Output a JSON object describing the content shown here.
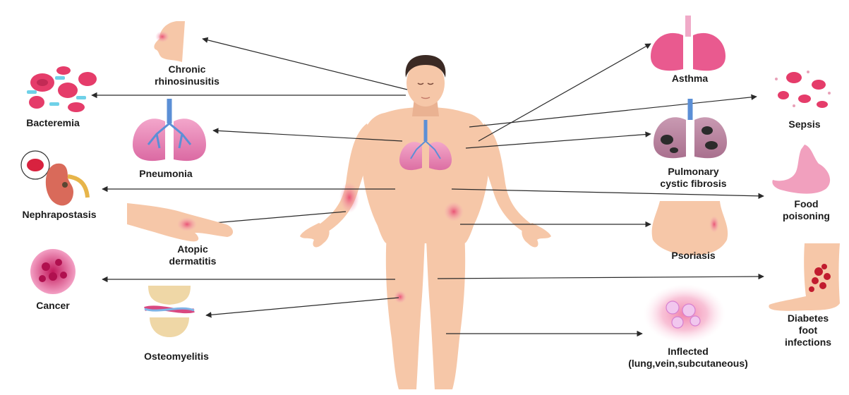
{
  "labels": {
    "chronic_rhinosinusitis": [
      "Chronic",
      "rhinosinusitis"
    ],
    "bacteremia": "Bacteremia",
    "pneumonia": "Pneumonia",
    "nephrapostasis": "Nephrapostasis",
    "atopic_dermatitis": [
      "Atopic",
      "dermatitis"
    ],
    "cancer": "Cancer",
    "osteomyelitis": "Osteomyelitis",
    "asthma": "Asthma",
    "sepsis": "Sepsis",
    "pulmonary_cystic_fibrosis": [
      "Pulmonary",
      "cystic fibrosis"
    ],
    "food_poisoning": [
      "Food",
      "poisoning"
    ],
    "psoriasis": "Psoriasis",
    "diabetes_foot_infections": [
      "Diabetes",
      "foot",
      "infections"
    ],
    "inflected": [
      "Inflected",
      "(lung,vein,subcutaneous)"
    ]
  },
  "colors": {
    "skin": "#f6c7a8",
    "skin_shadow": "#e9ac88",
    "hair": "#3b2a24",
    "lung": "#e98ab8",
    "lung_dark": "#c9568f",
    "trachea": "#5b8fd6",
    "arrow": "#2a2a2a",
    "inflammation": "#e8476f",
    "blood_cell": "#e53c6a",
    "bacteria": "#6fd1e8"
  }
}
